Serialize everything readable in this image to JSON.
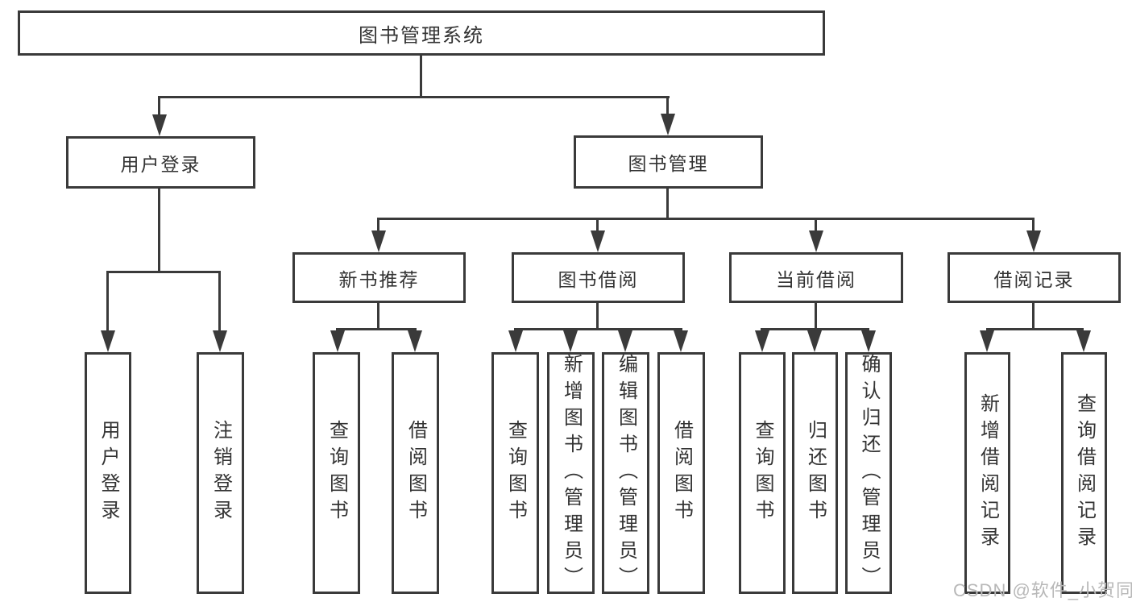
{
  "tree": {
    "root": "图书管理系统",
    "branches": [
      {
        "label": "用户登录",
        "leaves": [
          "用户登录",
          "注销登录"
        ]
      },
      {
        "label": "图书管理",
        "sections": [
          {
            "label": "新书推荐",
            "leaves": [
              "查询图书",
              "借阅图书"
            ]
          },
          {
            "label": "图书借阅",
            "leaves": [
              "查询图书",
              "新增图书（管理员）",
              "编辑图书（管理员）",
              "借阅图书"
            ]
          },
          {
            "label": "当前借阅",
            "leaves": [
              "查询图书",
              "归还图书",
              "确认归还（管理员）"
            ]
          },
          {
            "label": "借阅记录",
            "leaves": [
              "新增借阅记录",
              "查询借阅记录"
            ]
          }
        ]
      }
    ]
  },
  "watermark": "CSDN @软件_小贺同学",
  "colors": {
    "line": "#3a3a3a",
    "text": "#333333",
    "watermark": "#b8b8b8",
    "background": "#ffffff"
  }
}
